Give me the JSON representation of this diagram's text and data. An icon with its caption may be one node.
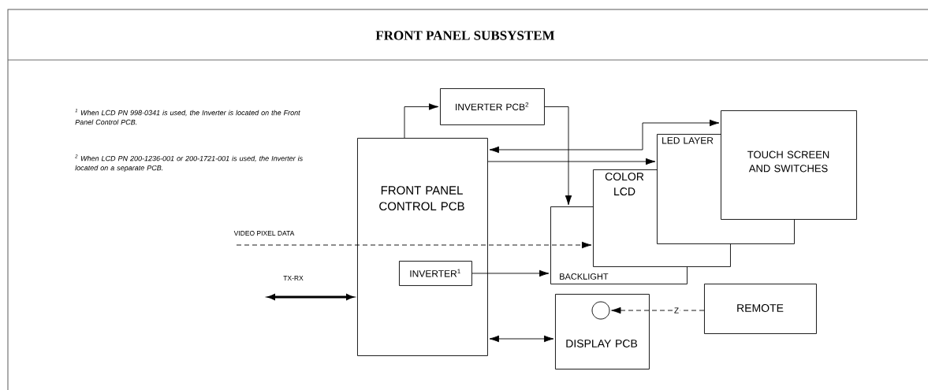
{
  "diagram": {
    "title": "FRONT PANEL SUBSYSTEM",
    "nodes": [
      {
        "text": [
          "FRONT PANEL CONTROL PCB"
        ]
      },
      {
        "text": [
          "INVERTER PCB$^{2}$"
        ]
      },
      {
        "text": [
          "INVERTER$^{1}$"
        ],
        "in": 0
      },
      {
        "text": [
          "BACKLIGHT"
        ]
      },
      {
        "text": [
          "COLOR LCD"
        ]
      },
      {
        "text": [
          "LED LAYER"
        ]
      },
      {
        "text": [
          "TOUCH SCREEN AND SWITCHES"
        ]
      },
      {
        "text": [
          "DISPLAY PCB"
        ]
      },
      {
        "text": [
          "REMOTE"
        ]
      },
      {
        "text": [],
        "shape": "circle",
        "in": 7
      }
    ],
    "edges": [
      {
        "from": 0,
        "to": 1,
        "arrow": "to"
      },
      {
        "from": 1,
        "to": 3,
        "arrow": "to"
      },
      {
        "from": 0,
        "to": 6,
        "arrow": "both"
      },
      {
        "from": 0,
        "to": 5,
        "arrow": "to"
      },
      {
        "from": null,
        "to": 4,
        "arrow": "to",
        "label": "VIDEO PIXEL DATA",
        "style": "dashed"
      },
      {
        "from": 2,
        "to": 3,
        "arrow": "to"
      },
      {
        "from": 0,
        "to": 7,
        "arrow": "both"
      },
      {
        "from": 8,
        "to": 9,
        "arrow": "to",
        "label": "Z",
        "style": "dashed"
      },
      {
        "from": null,
        "to": 0,
        "arrow": "both",
        "label": "TX-RX",
        "style": "thick"
      }
    ],
    "labels": [
      "$^{1}$ When LCD PN 998-0341 is used, the Inverter is located on the Front Panel Control PCB.",
      "$^{2}$ When LCD PN 200-1236-001 or 200-1721-001 is used, the Inverter is located on a separate PCB."
    ]
  }
}
